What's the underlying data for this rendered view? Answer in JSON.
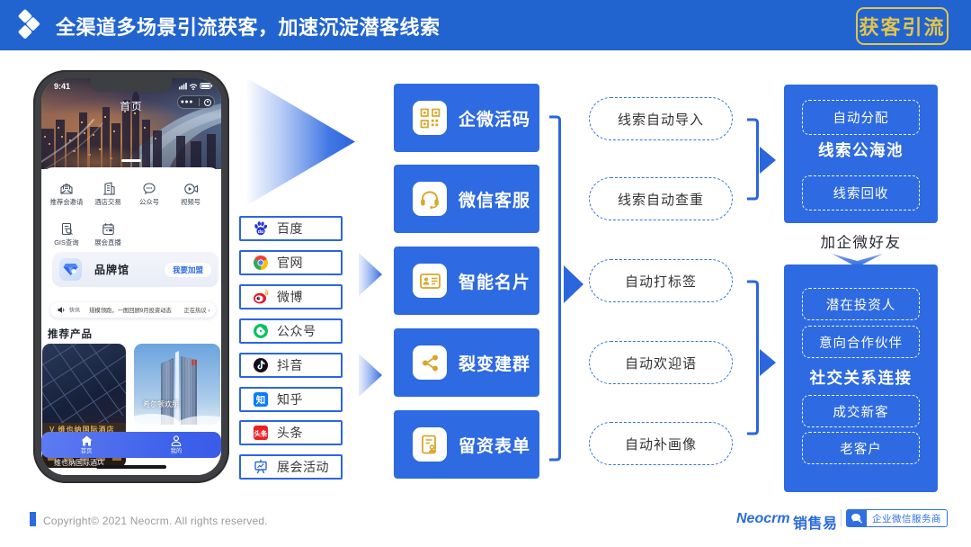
{
  "colors": {
    "header_blue": "#2164CF",
    "primary_blue": "#2E6AE1",
    "border_blue": "#2B66DE",
    "badge_yellow": "#E3C44C",
    "icon_gold": "#D8A62A",
    "text_dark": "#3A3A3A",
    "text_gray": "#9B9B9B"
  },
  "header": {
    "title": "全渠道多场景引流获客，加速沉淀潜客线索",
    "badge": "获客引流"
  },
  "phone": {
    "status_time": "9:41",
    "nav_title": "首页",
    "app_icons": [
      {
        "label": "推荐会邀请"
      },
      {
        "label": "酒店交易"
      },
      {
        "label": "公众号"
      },
      {
        "label": "视频号"
      },
      {
        "label": "GIS查询"
      },
      {
        "label": "展会直播"
      }
    ],
    "brand_card": {
      "title": "品牌馆",
      "button": "我要加盟"
    },
    "ticker": {
      "tag": "快讯",
      "text": "规模领跑，一图回顾9月投资动态",
      "more": "正在热议 ›"
    },
    "section_title": "推荐产品",
    "products": [
      {
        "caption": "维也纳国际酒店"
      },
      {
        "caption": "希尔顿欢朋"
      }
    ],
    "tab_bar": [
      {
        "label": "首页"
      },
      {
        "label": "我的"
      }
    ]
  },
  "channels": {
    "items": [
      {
        "label": "百度"
      },
      {
        "label": "官网"
      },
      {
        "label": "微博"
      },
      {
        "label": "公众号"
      },
      {
        "label": "抖音"
      },
      {
        "label": "知乎"
      },
      {
        "label": "头条"
      },
      {
        "label": "展会活动"
      }
    ]
  },
  "features": {
    "items": [
      {
        "label": "企微活码"
      },
      {
        "label": "微信客服"
      },
      {
        "label": "智能名片"
      },
      {
        "label": "裂变建群"
      },
      {
        "label": "留资表单"
      }
    ]
  },
  "automations": {
    "items": [
      {
        "label": "线索自动导入"
      },
      {
        "label": "线索自动查重"
      },
      {
        "label": "自动打标签"
      },
      {
        "label": "自动欢迎语"
      },
      {
        "label": "自动补画像"
      }
    ]
  },
  "lead_pool": {
    "top": "自动分配",
    "title": "线索公海池",
    "bottom": "线索回收"
  },
  "connect_label": "加企微好友",
  "relations": {
    "top": [
      "潜在投资人",
      "意向合作伙伴"
    ],
    "title": "社交关系连接",
    "bottom": [
      "成交新客",
      "老客户"
    ]
  },
  "footer": {
    "copyright": "Copyright© 2021 Neocrm. All rights reserved.",
    "brand_en": "Neocrm",
    "brand_cn": "销售易",
    "badge": "企业微信服务商"
  }
}
